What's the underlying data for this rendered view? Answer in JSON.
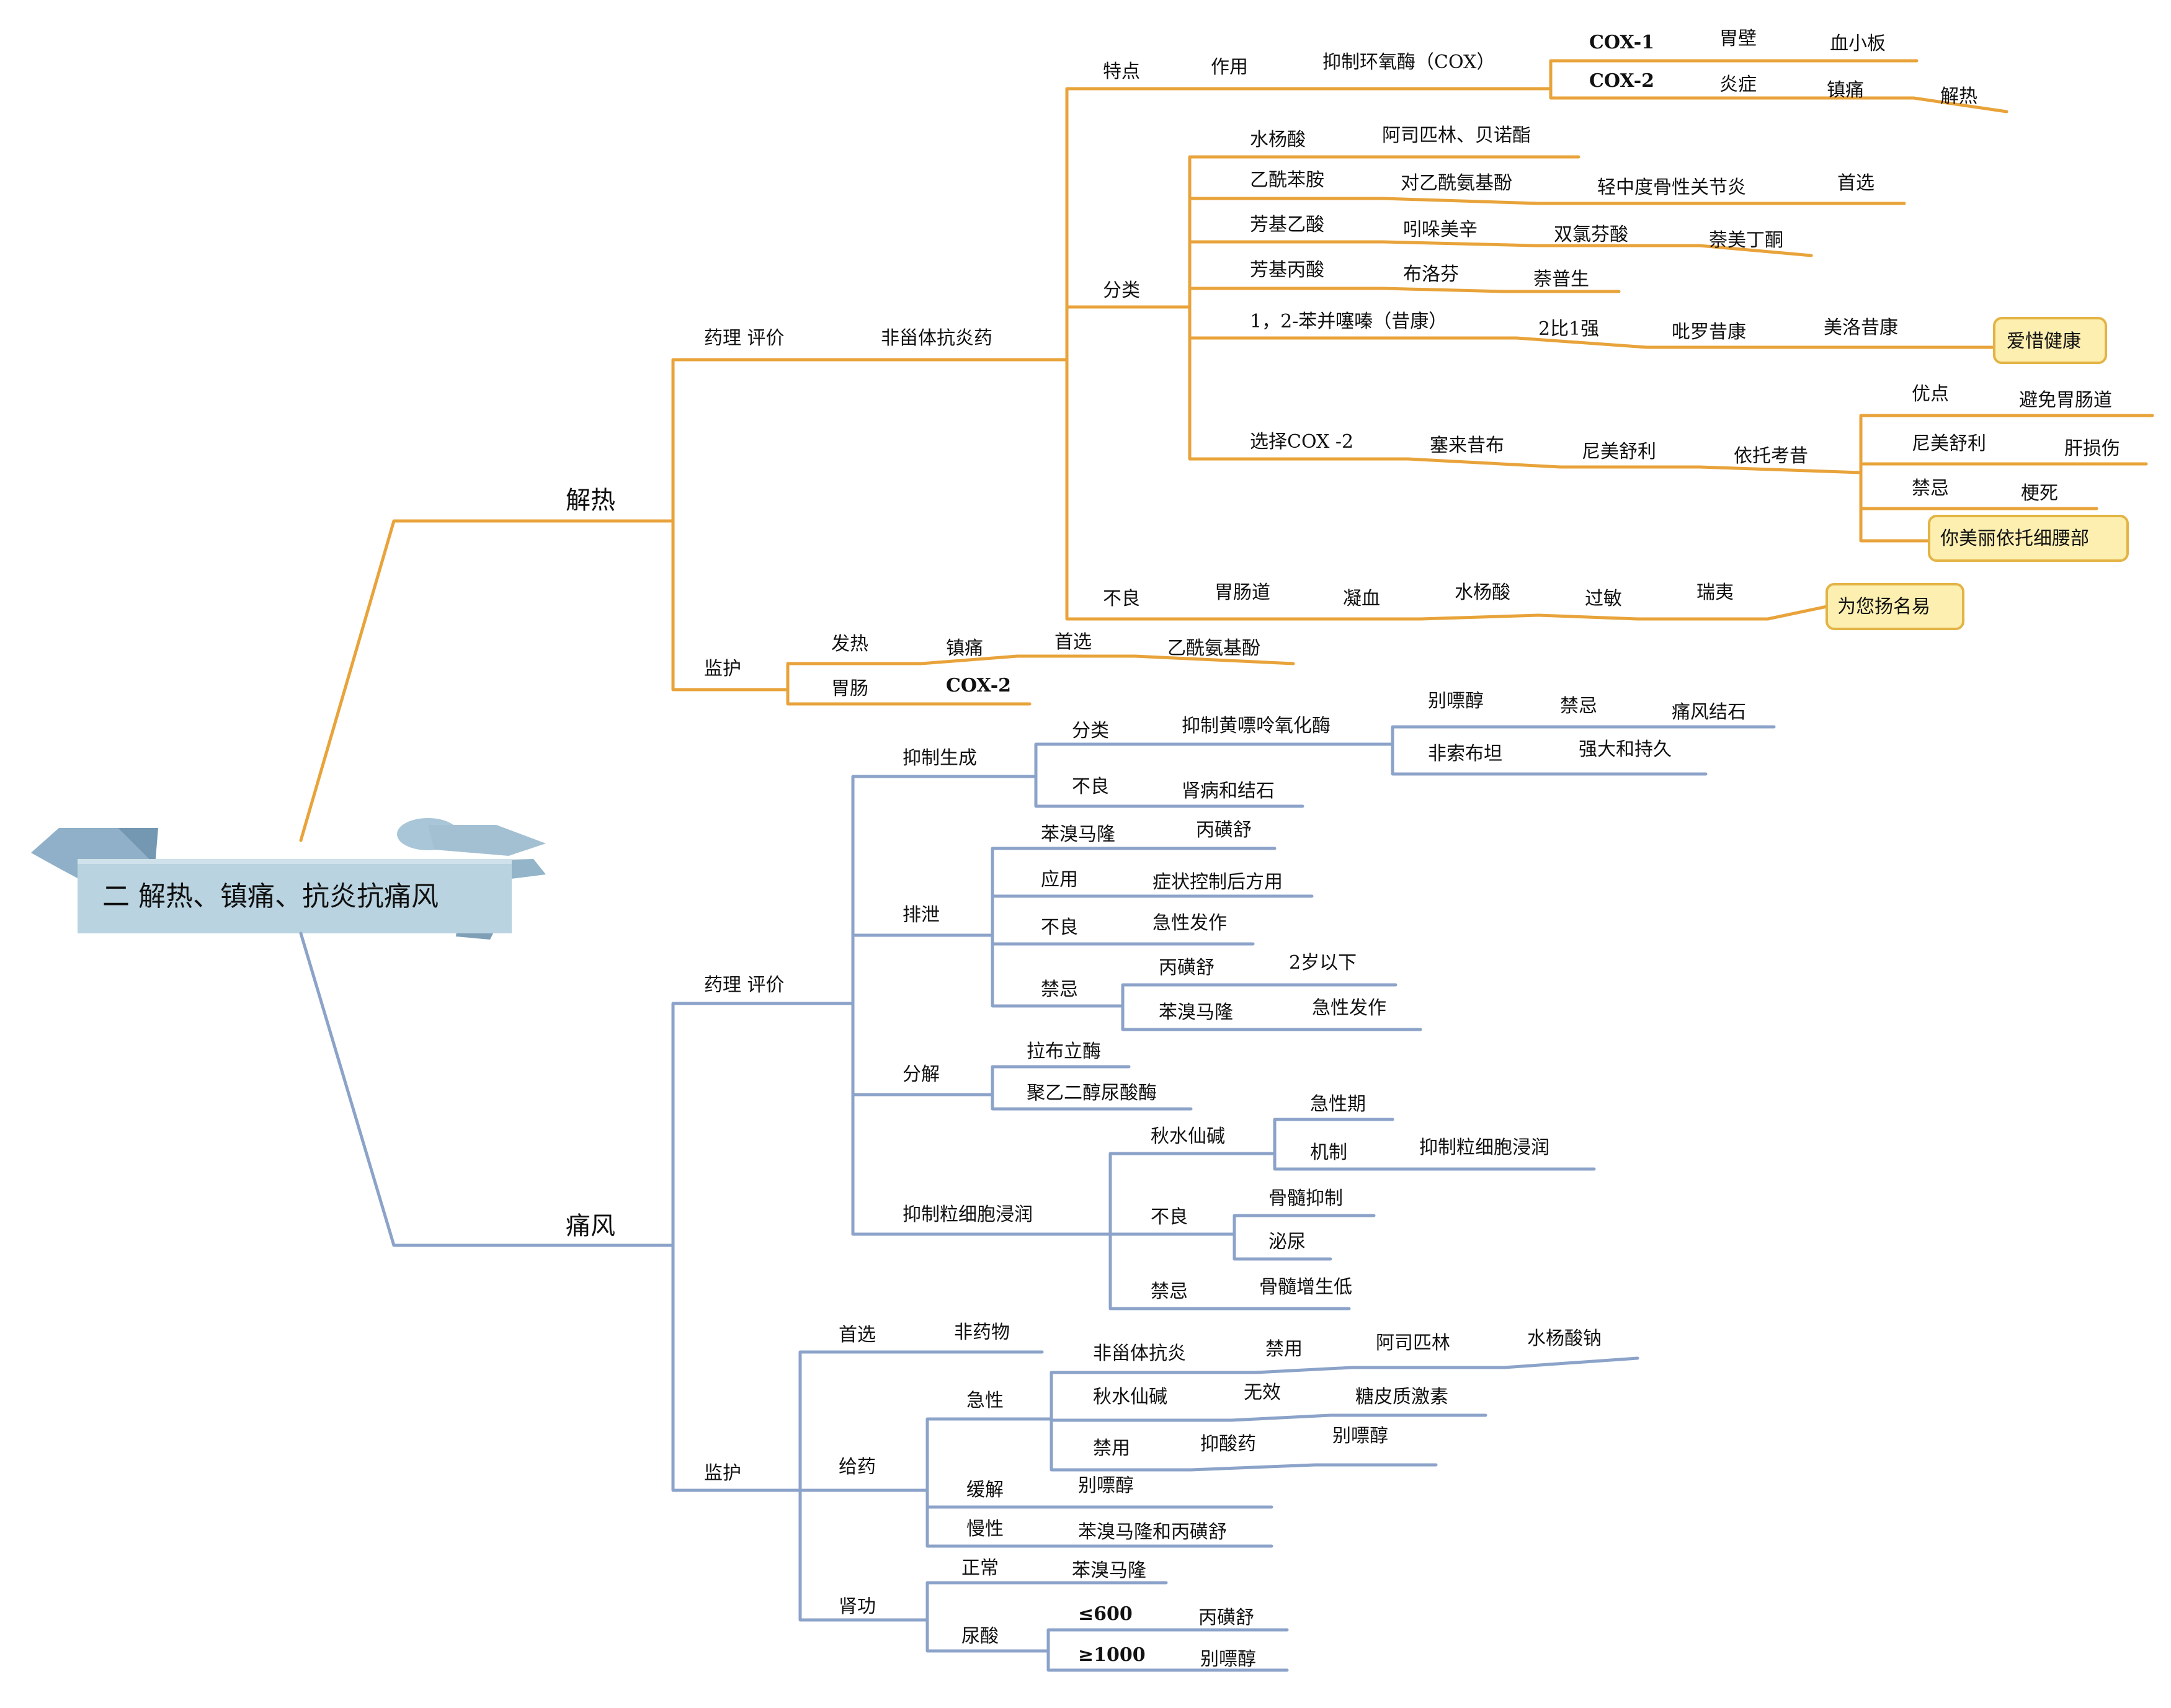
{
  "colors": {
    "orange": "#E8A33A",
    "blue": "#8CA3C9",
    "callout_fill": "#FCEFB0",
    "callout_border": "#E3B445",
    "root_fill": "#B9D3E0"
  },
  "root": {
    "label": "二 解热、镇痛、抗炎抗痛风"
  },
  "main": {
    "fever": "解热",
    "gout": "痛风"
  },
  "fever": {
    "pharm": "药理 评价",
    "nsaid": "非甾体抗炎药",
    "feature": "特点",
    "action": "作用",
    "inhibit_cox": "抑制环氧酶（COX）",
    "cox1": "COX-1",
    "stomach_wall": "胃壁",
    "platelet": "血小板",
    "cox2": "COX-2",
    "inflammation": "炎症",
    "analgesia": "镇痛",
    "antipyretic": "解热",
    "classification": "分类",
    "salicylic": "水杨酸",
    "aspirin_benorilate": "阿司匹林、贝诺酯",
    "acetanilide": "乙酰苯胺",
    "paracetamol": "对乙酰氨基酚",
    "mild_oa": "轻中度骨性关节炎",
    "first_choice": "首选",
    "arylacetic": "芳基乙酸",
    "indometacin": "吲哚美辛",
    "diclofenac": "双氯芬酸",
    "nabumetone": "萘美丁酮",
    "arylpropionic": "芳基丙酸",
    "ibuprofen": "布洛芬",
    "naproxen": "萘普生",
    "benzothiazine": "1，2-苯并噻嗪（昔康）",
    "two_over_one": "2比1强",
    "piroxicam": "吡罗昔康",
    "meloxicam": "美洛昔康",
    "callout_aixi": "爱惜健康",
    "selective_cox2": "选择COX -2",
    "celecoxib": "塞来昔布",
    "nimesulide": "尼美舒利",
    "etoricoxib": "依托考昔",
    "advantage": "优点",
    "avoid_gi": "避免胃肠道",
    "nimesulide2": "尼美舒利",
    "liver_damage": "肝损伤",
    "contraindication": "禁忌",
    "infarction": "梗死",
    "callout_etori": "你美丽依托细腰部",
    "adverse": "不良",
    "gi_tract": "胃肠道",
    "coagulation": "凝血",
    "salicylic2": "水杨酸",
    "allergy": "过敏",
    "reye": "瑞夷",
    "callout_reye": "为您扬名易",
    "monitor": "监护",
    "fever_item": "发热",
    "analgesia2": "镇痛",
    "first_choice2": "首选",
    "paracetamol2": "乙酰氨基酚",
    "gi": "胃肠",
    "cox2b": "COX-2"
  },
  "gout": {
    "pharm": "药理 评价",
    "inhibit_gen": "抑制生成",
    "classification": "分类",
    "inhibit_xo": "抑制黄嘌呤氧化酶",
    "allopurinol": "别嘌醇",
    "contraindication": "禁忌",
    "tophus": "痛风结石",
    "febuxostat": "非索布坦",
    "strong_lasting": "强大和持久",
    "adverse": "不良",
    "renal_stone": "肾病和结石",
    "excretion": "排泄",
    "benzbromarone": "苯溴马隆",
    "probenecid": "丙磺舒",
    "application": "应用",
    "after_control": "症状控制后方用",
    "adverse2": "不良",
    "acute_attack": "急性发作",
    "contraindication2": "禁忌",
    "probenecid2": "丙磺舒",
    "under_2": "2岁以下",
    "benzbromarone2": "苯溴马隆",
    "acute_attack2": "急性发作",
    "decompose": "分解",
    "rasburicase": "拉布立酶",
    "pegloticase": "聚乙二醇尿酸酶",
    "inhibit_gran": "抑制粒细胞浸润",
    "colchicine": "秋水仙碱",
    "acute_phase": "急性期",
    "mechanism": "机制",
    "inhibit_gran2": "抑制粒细胞浸润",
    "adverse3": "不良",
    "bone_marrow": "骨髓抑制",
    "urination": "泌尿",
    "contraindication3": "禁忌",
    "low_marrow": "骨髓增生低",
    "monitor": "监护",
    "first_choice": "首选",
    "non_drug": "非药物",
    "dosing": "给药",
    "acute": "急性",
    "nsaid": "非甾体抗炎",
    "banned": "禁用",
    "aspirin": "阿司匹林",
    "sodium_salicylate": "水杨酸钠",
    "colchicine2": "秋水仙碱",
    "ineffective": "无效",
    "glucocorticoid": "糖皮质激素",
    "banned2": "禁用",
    "antacid": "抑酸药",
    "allopurinol2": "别嘌醇",
    "remission": "缓解",
    "allopurinol3": "别嘌醇",
    "chronic": "慢性",
    "benz_prob": "苯溴马隆和丙磺舒",
    "renal_function": "肾功",
    "normal": "正常",
    "benzbromarone3": "苯溴马隆",
    "uric_acid": "尿酸",
    "le600": "≤600",
    "probenecid3": "丙磺舒",
    "ge1000": "≥1000",
    "allopurinol4": "别嘌醇"
  }
}
